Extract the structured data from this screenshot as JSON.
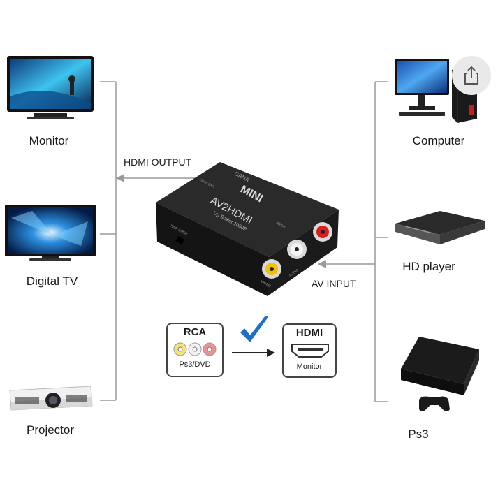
{
  "outputs": [
    {
      "label": "Monitor"
    },
    {
      "label": "Digital  TV"
    },
    {
      "label": "Projector"
    }
  ],
  "inputs": [
    {
      "label": "Computer"
    },
    {
      "label": "HD player"
    },
    {
      "label": "Ps3"
    }
  ],
  "hdmi_output_label": "HDMI OUTPUT",
  "av_input_label": "AV INPUT",
  "device": {
    "brand": "GANA",
    "model": "MINI",
    "name": "AV2HDMI",
    "subtitle": "Up Scaler 1080P",
    "port_hdmi": "HDMI OUT",
    "port_input": "INPUT",
    "switch_label": "720P 1080P",
    "port_audio": "AUDIO",
    "port_video": "VIDEO"
  },
  "rca_card": {
    "title": "RCA",
    "caption": "Ps3/DVD"
  },
  "hdmi_card": {
    "title": "HDMI",
    "caption": "Monitor"
  },
  "colors": {
    "line": "#9a9a9a",
    "check": "#1f6fc4",
    "device": "#1c1c1c"
  },
  "icons": [
    "share-icon",
    "check-icon",
    "arrow-right-icon"
  ]
}
